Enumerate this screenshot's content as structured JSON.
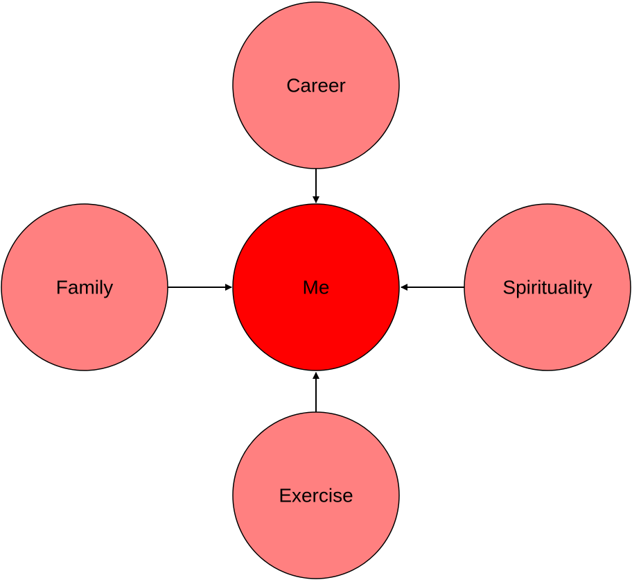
{
  "diagram": {
    "center": {
      "label": "Me",
      "fill": "#ff0000"
    },
    "outer_fill": "#ff8080",
    "stroke": "#000000",
    "nodes": {
      "career": {
        "label": "Career"
      },
      "family": {
        "label": "Family"
      },
      "spirituality": {
        "label": "Spirituality"
      },
      "exercise": {
        "label": "Exercise"
      }
    },
    "edges": [
      {
        "from": "Career",
        "to": "Me"
      },
      {
        "from": "Family",
        "to": "Me"
      },
      {
        "from": "Spirituality",
        "to": "Me"
      },
      {
        "from": "Exercise",
        "to": "Me"
      }
    ]
  }
}
